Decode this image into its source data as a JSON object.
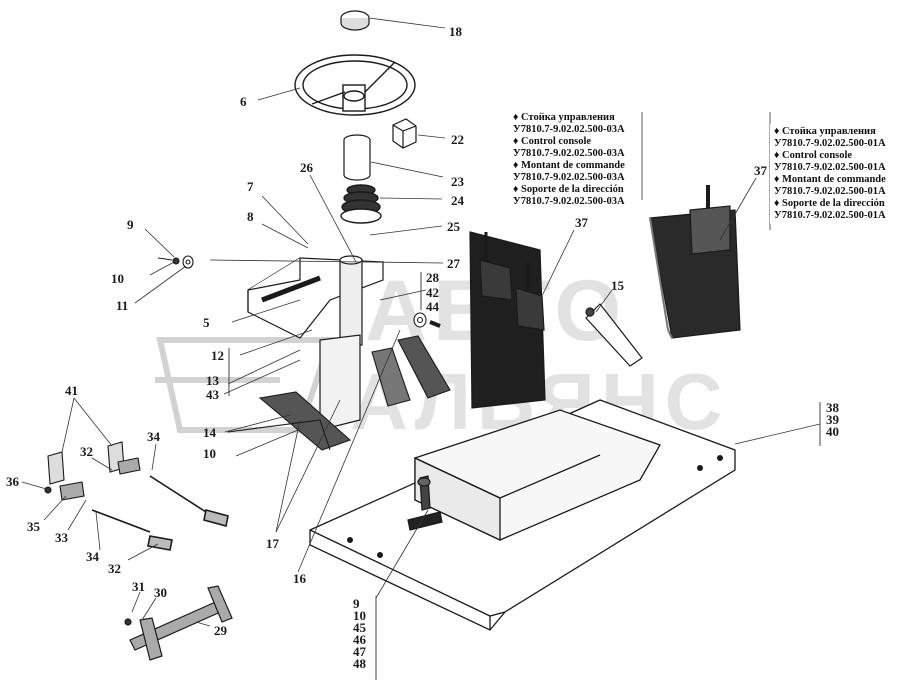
{
  "colors": {
    "ink": "#1a1a1a",
    "part_dark": "#222222",
    "part_mid": "#6f6f6f",
    "watermark": "#bdbdbd"
  },
  "callouts": {
    "c18": "18",
    "c6": "6",
    "c22": "22",
    "c23": "23",
    "c24": "24",
    "c25": "25",
    "c26": "26",
    "c7": "7",
    "c8": "8",
    "c9": "9",
    "c10a": "10",
    "c11": "11",
    "c27": "27",
    "c28": "28",
    "c42": "42",
    "c44": "44",
    "c5": "5",
    "c12": "12",
    "c13": "13",
    "c43": "43",
    "c14": "14",
    "c10b": "10",
    "c37a": "37",
    "c37b": "37",
    "c15": "15",
    "c41": "41",
    "c32a": "32",
    "c34a": "34",
    "c36": "36",
    "c35": "35",
    "c33": "33",
    "c34b": "34",
    "c32b": "32",
    "c31": "31",
    "c30": "30",
    "c29": "29",
    "c17": "17",
    "c16": "16"
  },
  "stack_right": [
    "38",
    "39",
    "40"
  ],
  "stack_bottom": [
    "9",
    "10",
    "45",
    "46",
    "47",
    "48"
  ],
  "note_03a": [
    "♦ Стойка управления",
    "У7810.7-9.02.02.500-03А",
    "♦ Control console",
    "У7810.7-9.02.02.500-03А",
    "♦ Montant de commande",
    "У7810.7-9.02.02.500-03А",
    "♦ Soporte de la dirección",
    "У7810.7-9.02.02.500-03А"
  ],
  "note_01a": [
    "♦ Стойка управления",
    "У7810.7-9.02.02.500-01А",
    "♦ Control console",
    "У7810.7-9.02.02.500-01А",
    "♦ Montant de commande",
    "У7810.7-9.02.02.500-01А",
    "♦ Soporte de la dirección",
    "У7810.7-9.02.02.500-01А"
  ],
  "watermark": {
    "line1": "АВТО",
    "line2": "АЛЬЯНС"
  }
}
